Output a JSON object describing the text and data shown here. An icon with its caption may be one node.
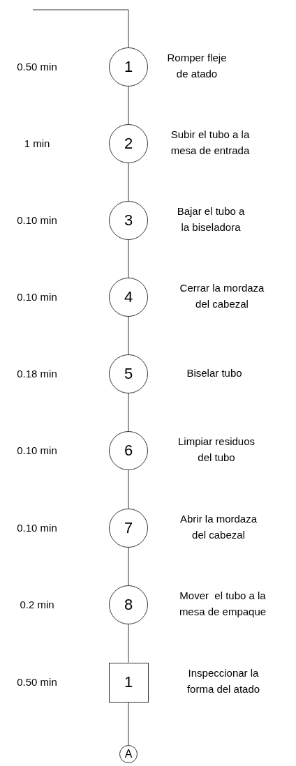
{
  "diagram": {
    "nodes": [
      {
        "text": [
          "1"
        ],
        "beside": [
          "Romper fleje de atado"
        ]
      },
      {
        "text": [
          "2"
        ],
        "beside": [
          "Subir el tubo a la mesa de entrada"
        ]
      },
      {
        "text": [
          "3"
        ],
        "beside": [
          "Bajar el tubo a la biseladora"
        ]
      },
      {
        "text": [
          "4"
        ],
        "beside": [
          "Cerrar la mordaza del cabezal"
        ]
      },
      {
        "text": [
          "5"
        ],
        "beside": [
          "Biselar tubo"
        ]
      },
      {
        "text": [
          "6"
        ],
        "beside": [
          "Limpiar residuos del tubo"
        ]
      },
      {
        "text": [
          "7"
        ],
        "beside": [
          "Abrir la mordaza del cabezal"
        ]
      },
      {
        "text": [
          "8"
        ],
        "beside": [
          "Mover  el tubo a la mesa de empaque"
        ]
      },
      {
        "text": [
          "1"
        ],
        "beside": [
          "Inspeccionar la forma del atado"
        ]
      },
      {
        "text": [
          "A"
        ]
      }
    ],
    "edges": [
      {
        "from": null,
        "to": 0,
        "arrow": "none"
      },
      {
        "from": 0,
        "to": 1,
        "arrow": "none"
      },
      {
        "from": 1,
        "to": 2,
        "arrow": "none"
      },
      {
        "from": 2,
        "to": 3,
        "arrow": "none"
      },
      {
        "from": 3,
        "to": 4,
        "arrow": "none"
      },
      {
        "from": 4,
        "to": 5,
        "arrow": "none"
      },
      {
        "from": 5,
        "to": 6,
        "arrow": "none"
      },
      {
        "from": 6,
        "to": 7,
        "arrow": "none"
      },
      {
        "from": 7,
        "to": 8,
        "arrow": "none"
      },
      {
        "from": 8,
        "to": 9,
        "arrow": "none"
      }
    ],
    "labels": [
      "0.50 min",
      "1 min",
      "0.10 min",
      "0.10 min",
      "0.18 min",
      "0.10 min",
      "0.10 min",
      "0.2 min",
      "0.50 min"
    ]
  }
}
